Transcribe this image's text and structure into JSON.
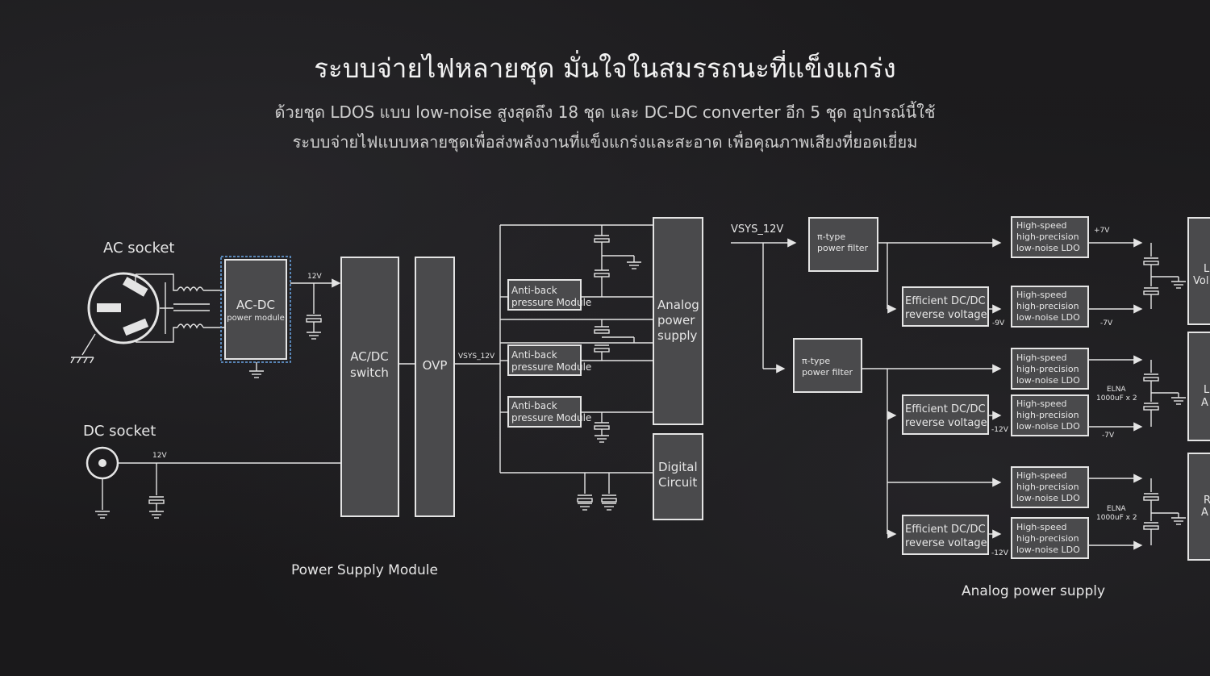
{
  "header": {
    "title": "ระบบจ่ายไฟหลายชุด มั่นใจในสมรรถนะที่แข็งแกร่ง",
    "subtitle_line1": "ด้วยชุด LDOS แบบ low-noise สูงสุดถึง 18 ชุด และ DC-DC converter อีก 5 ชุด อุปกรณ์นี้ใช้",
    "subtitle_line2": "ระบบจ่ายไฟแบบหลายชุดเพื่อส่งพลังงานที่แข็งแกร่งและสะอาด เพื่อคุณภาพเสียงที่ยอดเยี่ยม"
  },
  "power_supply": {
    "ac_socket": "AC socket",
    "dc_socket": "DC socket",
    "acdc_title": "AC-DC",
    "acdc_sub": "power module",
    "v12_a": "12V",
    "v12_b": "12V",
    "switch_l1": "AC/DC",
    "switch_l2": "switch",
    "ovp": "OVP",
    "vsys": "VSYS_12V",
    "antiback_l1": "Anti-back",
    "antiback_l2": "pressure Module",
    "analog_l1": "Analog",
    "analog_l2": "power",
    "analog_l3": "supply",
    "digital_l1": "Digital",
    "digital_l2": "Circuit",
    "caption": "Power Supply Module"
  },
  "analog_supply": {
    "vsys": "VSYS_12V",
    "pi_type": "π-type",
    "pi_filter": "power filter",
    "dcdc_l1": "Efficient DC/DC",
    "dcdc_l2": "reverse voltage",
    "ldo_l1": "High-speed",
    "ldo_l2": "high-precision",
    "ldo_l3": "low-noise LDO",
    "p7v": "+7V",
    "n7v": "-7V",
    "n9v": "-9V",
    "n12v": "-12V",
    "elna_l1": "ELNA",
    "elna_l2": "1000uF x 2",
    "out1_l1": "L",
    "out1_l2": "Vol",
    "out2_l1": "L",
    "out2_l2": "A",
    "out3_l1": "R",
    "out3_l2": "A",
    "caption": "Analog power supply"
  }
}
